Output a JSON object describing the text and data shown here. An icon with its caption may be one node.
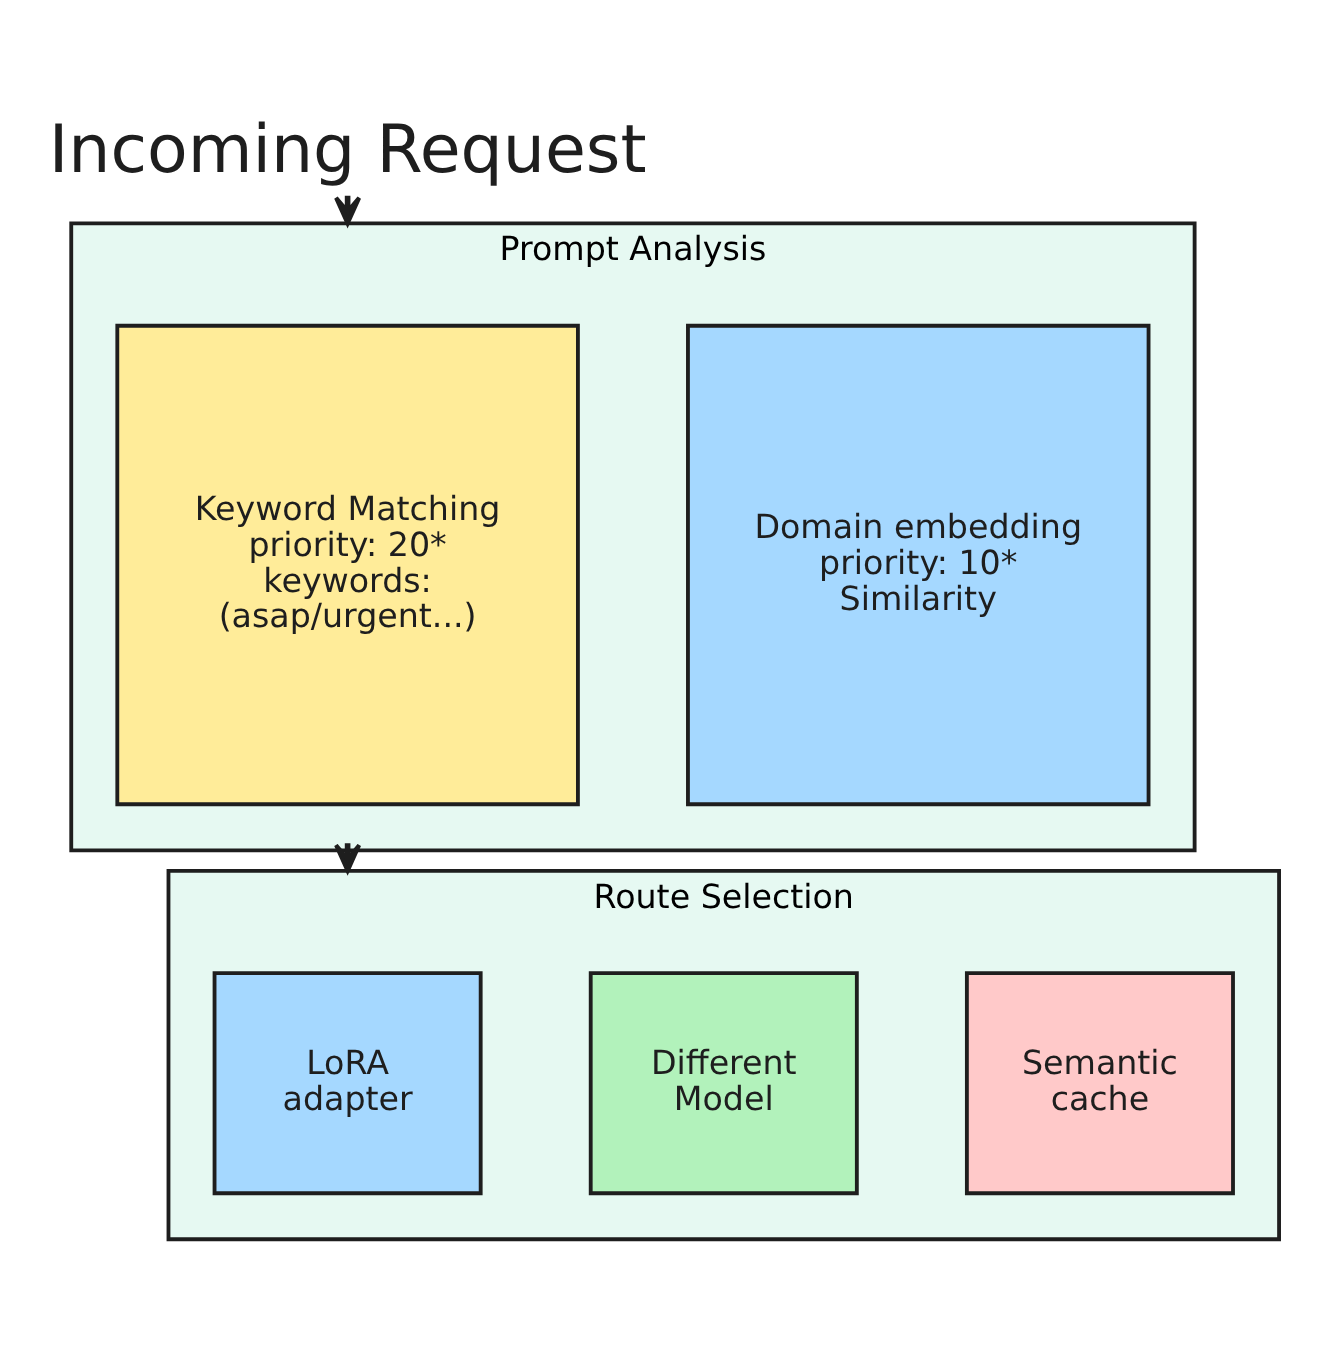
{
  "diagram": {
    "nodes": [
      {
        "text": [
          "Incoming Request"
        ]
      },
      {
        "text": [
          "Prompt Analysis"
        ]
      },
      {
        "text": [
          "Keyword Matching",
          "priority: 20*",
          "keywords: (asap/urgent...)"
        ],
        "in": 1
      },
      {
        "text": [
          "Domain embedding",
          "priority: 10*",
          "Similarity"
        ],
        "in": 1
      },
      {
        "text": [
          "Route Selection"
        ]
      },
      {
        "text": [
          "LoRA adapter"
        ],
        "in": 4
      },
      {
        "text": [
          "Different Model"
        ],
        "in": 4
      },
      {
        "text": [
          "Semantic cache"
        ],
        "in": 4
      }
    ],
    "edges": [
      {
        "from": 0,
        "to": 1,
        "arrow": "to"
      },
      {
        "from": 1,
        "to": 4,
        "arrow": "to"
      }
    ]
  }
}
